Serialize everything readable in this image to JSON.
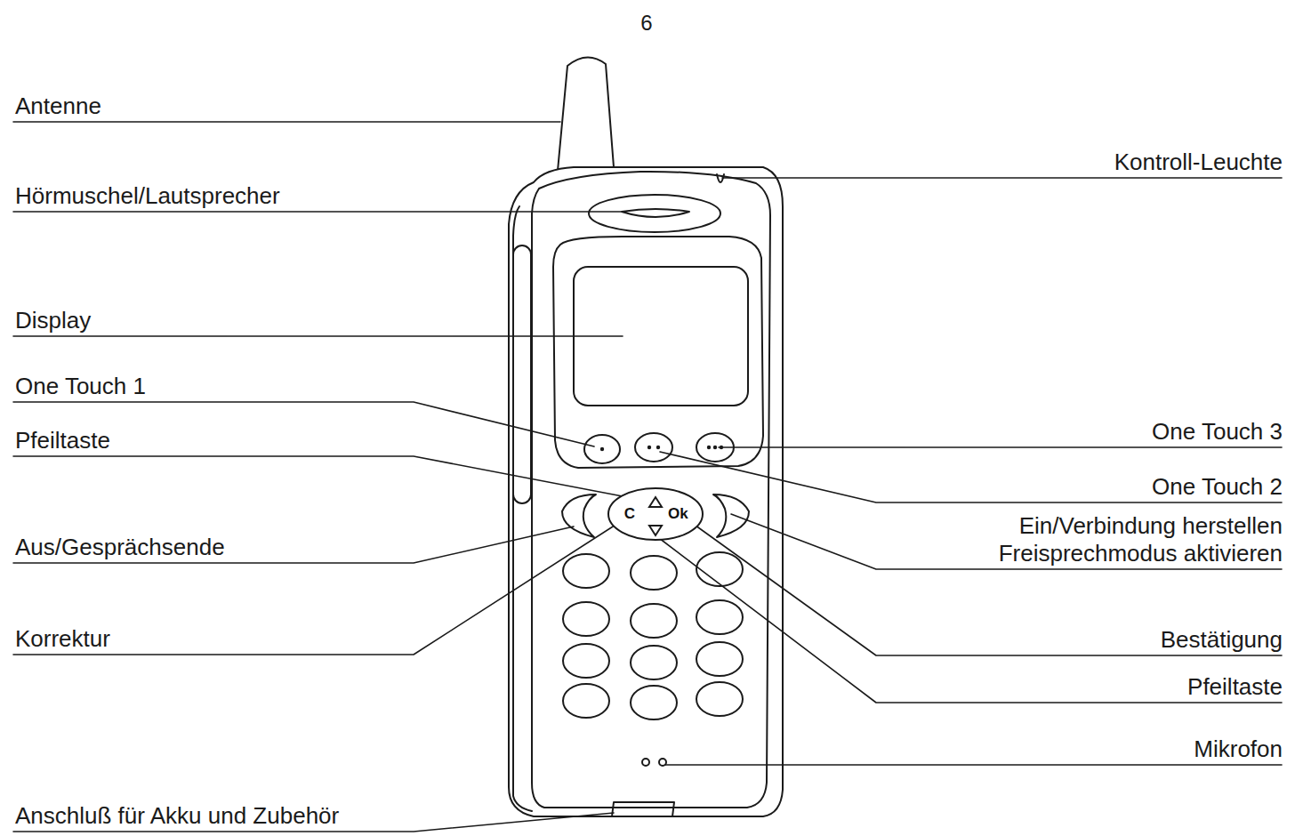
{
  "diagram": {
    "nodes": [
      {
        "text": [
          "C",
          "Ok"
        ]
      }
    ],
    "labels": [
      "6",
      "Antenne",
      "Hörmuschel/Lautsprecher",
      "Display",
      "One Touch 1",
      "Pfeiltaste",
      "Aus/Gesprächsende",
      "Korrektur",
      "Anschluß für Akku und Zubehör",
      "Kontroll-Leuchte",
      "One Touch 3",
      "One Touch 2",
      "Ein/Verbindung herstellen Freisprechmodus aktivieren",
      "Bestätigung",
      "Pfeiltaste",
      "Mikrofon"
    ]
  }
}
